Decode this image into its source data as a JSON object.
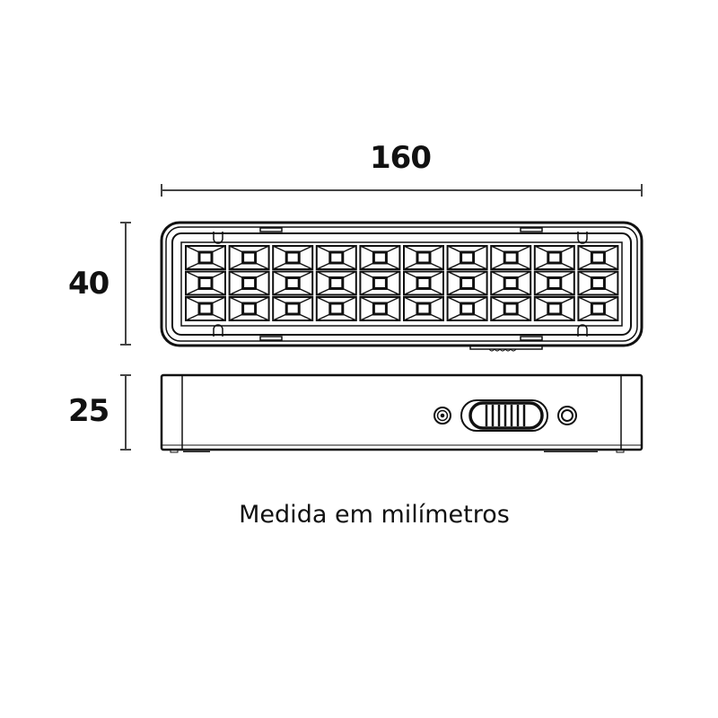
{
  "dimensions": {
    "width": {
      "value": "160"
    },
    "height": {
      "value": "40"
    },
    "depth": {
      "value": "25"
    }
  },
  "caption": "Medida em milímetros",
  "front_view": {
    "led_rows": 3,
    "led_columns": 10
  },
  "side_view": {
    "controls": [
      "charge-indicator-led",
      "on-off-slide-switch",
      "power-led"
    ]
  },
  "colors": {
    "line": "#111111",
    "dimension_line": "#444444",
    "background": "#ffffff"
  }
}
